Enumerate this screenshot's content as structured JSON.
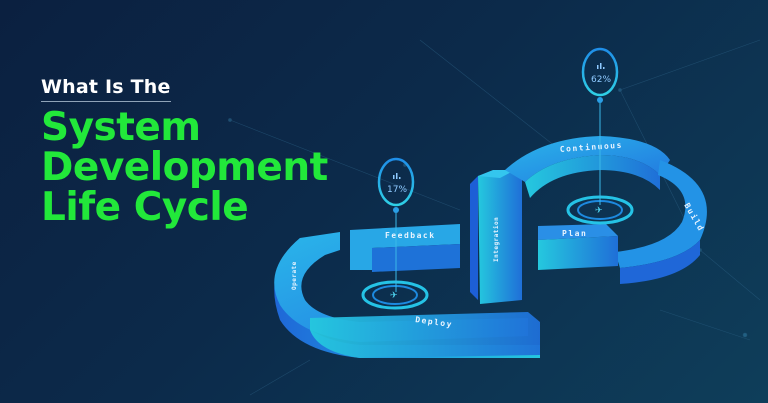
{
  "title": {
    "kicker": "What Is The",
    "headline_lines": [
      "System",
      "Development",
      "Life Cycle"
    ]
  },
  "diagram": {
    "type": "infinity-loop-isometric",
    "stages": [
      {
        "label": "Continuous"
      },
      {
        "label": "Build"
      },
      {
        "label": "Plan"
      },
      {
        "label": "Integration"
      },
      {
        "label": "Feedback"
      },
      {
        "label": "Operate"
      },
      {
        "label": "Deploy"
      }
    ],
    "indicators": [
      {
        "name": "left-indicator",
        "value": "17%",
        "icon": "bar-chart-icon"
      },
      {
        "name": "right-indicator",
        "value": "62%",
        "icon": "bar-chart-icon"
      }
    ]
  },
  "colors": {
    "background": "#0c2a4a",
    "headline": "#22e83a",
    "kicker": "#ffffff",
    "loop_light": "#27c4e0",
    "loop_dark": "#1d5fd6"
  }
}
